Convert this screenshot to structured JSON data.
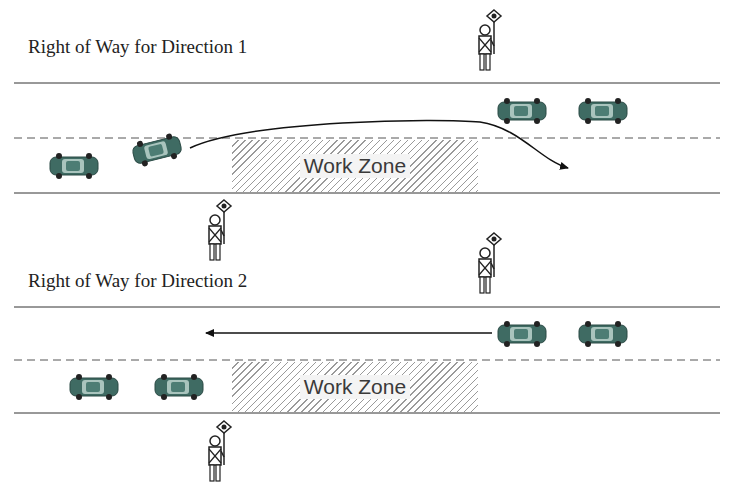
{
  "diagram": {
    "nodes": [
      {
        "text": [
          "Work Zone"
        ]
      },
      {
        "text": [
          "Work Zone"
        ]
      }
    ],
    "labels": [
      "Right of Way for Direction 1",
      "Right of Way for Direction 2"
    ]
  }
}
